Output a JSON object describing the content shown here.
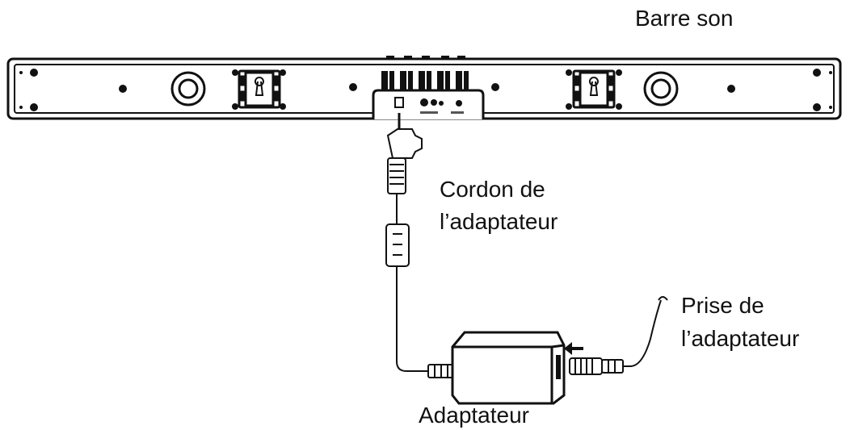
{
  "labels": {
    "soundbar": "Barre son",
    "adapter_cord_line1": "Cordon de",
    "adapter_cord_line2": "l’adaptateur",
    "adapter_plug_line1": "Prise de",
    "adapter_plug_line2": "l’adaptateur",
    "adapter": "Adaptateur"
  },
  "colors": {
    "ink": "#111111",
    "background": "#ffffff"
  }
}
